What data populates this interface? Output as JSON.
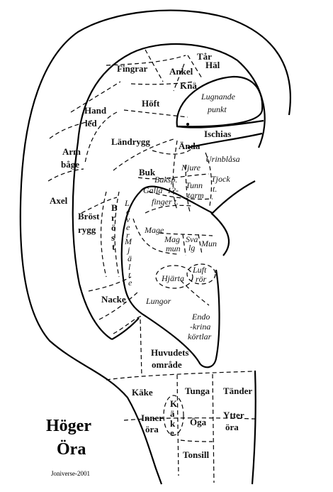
{
  "title": {
    "line1": "Höger",
    "line2": "Öra"
  },
  "credit": "Joniverse-2001",
  "zones": {
    "tar": "Tår",
    "hal": "Häl",
    "fingrar": "Fingrar",
    "ankel": "Ankel",
    "kna": "Knä",
    "hand": "Hand",
    "led": "led",
    "hoft": "Höft",
    "lugnande1": "Lugnande",
    "lugnande2": "punkt",
    "arm": "Arm",
    "bage": "båge",
    "landrygg": "Ländrygg",
    "ischias": "Ischias",
    "anda": "Ända",
    "urinblasa": "Urinblåsa",
    "buk": "Buk",
    "njure": "Njure",
    "buksp": "Buksp.",
    "galla": "Galla",
    "tunn": "Tunn",
    "tarm": "tarm",
    "tjock1": "Tjock",
    "tjock2": "t.",
    "tolv1": "12-",
    "tolv2": "finger t.",
    "axel": "Axel",
    "brostrygg1": "Bröst",
    "brostrygg2": "rygg",
    "brost_vertical": [
      "B",
      "r",
      "ö",
      "s",
      "t"
    ],
    "lever_vertical": [
      "L",
      "e",
      "v",
      "e",
      "r"
    ],
    "mjalte_vertical": [
      "M",
      "j",
      "ä",
      "l",
      "t",
      "e"
    ],
    "mage": "Mage",
    "mag1": "Mag",
    "mag2": "mun",
    "sva1": "Sva",
    "sva2": "lg",
    "mun": "Mun",
    "hjarta": "Hjärta",
    "luft1": "Luft",
    "luft2": "rör",
    "nacke": "Nacke",
    "lungor": "Lungor",
    "endo1": "Endo",
    "endo2": "-krina",
    "endo3": "körtlar",
    "huvud1": "Huvudets",
    "huvud2": "område",
    "kake": "Käke",
    "tunga": "Tunga",
    "tander": "Tänder",
    "kake_vertical": [
      "K",
      "ä",
      "k",
      "e"
    ],
    "inner1": "Inner",
    "inner2": "öra",
    "oga": "Öga",
    "ytter1": "Ytter",
    "ytter2": "öra",
    "tonsill": "Tonsill"
  }
}
